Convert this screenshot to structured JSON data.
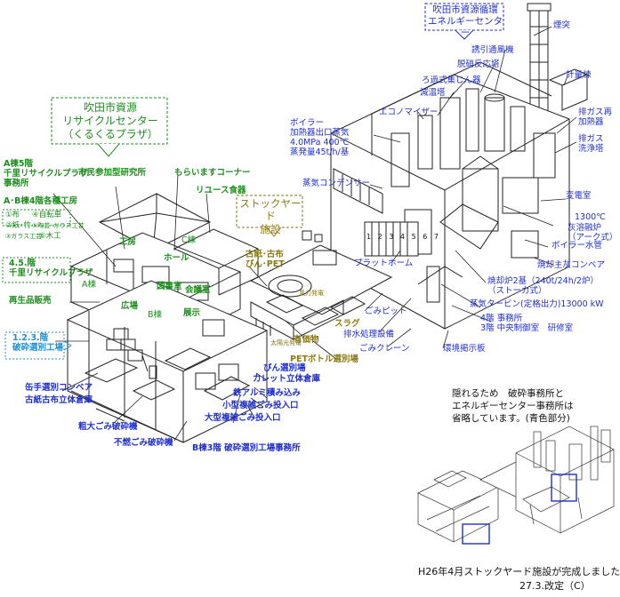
{
  "energy_center": {
    "line1": "吹田市資源循環",
    "line2": "エネルギーセンター"
  },
  "recycle_center": {
    "line1": "吹田市資源",
    "line2": "リサイクルセンター",
    "line3": "（くるくるプラザ）"
  },
  "stockyard": {
    "line1": "ストックヤード",
    "line2": "施設"
  },
  "right_labels": {
    "chimney": "煙突",
    "induced_fan": "誘引通風機",
    "denitration": "脱硝反応塔",
    "bag_filter": "ろ過式集じん器",
    "cooling_tower": "減温塔",
    "meter_building": "計量棟",
    "economizer": "エコノマイザー",
    "exhaust_reheater_1": "排ガス再",
    "exhaust_reheater_2": "加熱器",
    "boiler_steam_1": "ボイラー",
    "boiler_steam_2": "加熱器出口蒸気",
    "boiler_steam_3": "4.0MPa 400℃",
    "boiler_steam_4": "蒸発量45t/h/基",
    "scrubber_1": "排ガス",
    "scrubber_2": "洗浄塔",
    "condenser": "蒸気コンデンサー",
    "substation": "変電室",
    "melting_temp": "1300℃",
    "melting_furnace_1": "灰溶融炉",
    "melting_furnace_2": "（アーク式）",
    "boiler_water_pipe": "ボイラー水管",
    "ash_conveyor": "焼却主灰コンベア",
    "platform": "プラットホーム",
    "incinerator_1": "焼却炉2基（240t/24h/2炉）",
    "incinerator_2": "（ストーカ式）",
    "turbine": "蒸気タービン(定格出力)13000 kW",
    "garbage_pit": "ごみピット",
    "office_1": "4階 事務所",
    "office_2": "3階 中央制御室　研修室",
    "drainage": "排水処理設備",
    "garbage_crane": "ごみクレーン",
    "env_board": "環境掲示板"
  },
  "left_labels": {
    "research_lab": "市民参加型研究所",
    "giveaway_corner": "もらいますコーナー",
    "reuse_dining": "リユース食器",
    "a5_line1": "A棟5階",
    "a5_line2": "千里リサイクルプラザ",
    "a5_line3": "事務所",
    "ab4_line1": "A･B棟4階各種工房",
    "ab4_c1": "①布",
    "ab4_c4": "④自転車",
    "ab4_c2": "②紙･竹",
    "ab4_c5": "⑤陶芸･ガラス工芸",
    "ab4_c3": "③ガラス工芸",
    "ab4_c6": "⑥木工",
    "f45_line1": "4.5.階",
    "f45_line2": "千里リサイクルプラザ",
    "recycled_sales": "再生品販売",
    "f123_line1": "1.2.3.階",
    "f123_line2": "破砕選別工場",
    "cloth_conveyor": "缶手選別コンベア",
    "cloth_storage": "古紙古布立体倉庫",
    "bulky_crusher": "粗大ごみ破砕機",
    "incombustible_crusher": "不燃ごみ破砕機",
    "b3_office": "B棟3階 破砕選別工場事務所",
    "bin_sorting": "びん選別場",
    "cullet_storage": "カレット立体倉庫",
    "iron_alu": "鉄アルミ積み込み",
    "small_bulky": "小型複雑ごみ投入口",
    "large_bulky": "大型複雑ごみ投入口",
    "pet_sorting": "PETボトル選別場",
    "slag": "スラグ",
    "hazardous": "有価物",
    "paper_bottle_1": "古紙･古布",
    "paper_bottle_2": "びん･PET",
    "room_workshop": "工房",
    "room_hall": "ホール",
    "room_library": "図書室",
    "room_meeting": "会議室",
    "room_plaza": "広場",
    "room_exhibit": "展示",
    "room_a": "A棟",
    "room_b": "B棟",
    "room_c": "C棟",
    "solar": "太陽光発電",
    "solar2": "風力発電",
    "pit_nums": [
      "1",
      "2",
      "3",
      "4",
      "5",
      "6",
      "7"
    ]
  },
  "inset_note": {
    "line1": "隠れるため　破砕事務所と",
    "line2": "エネルギーセンター事務所は",
    "line3": "省略しています。(青色部分)"
  },
  "footer": {
    "completion": "H26年4月ストックヤード施設が完成しました。",
    "revision": "27.3.改定（C）"
  },
  "colors": {
    "blue_label": "#1f2fd0",
    "green_label": "#1c8f1c",
    "olive_label": "#8a7a10",
    "line": "#222222"
  }
}
